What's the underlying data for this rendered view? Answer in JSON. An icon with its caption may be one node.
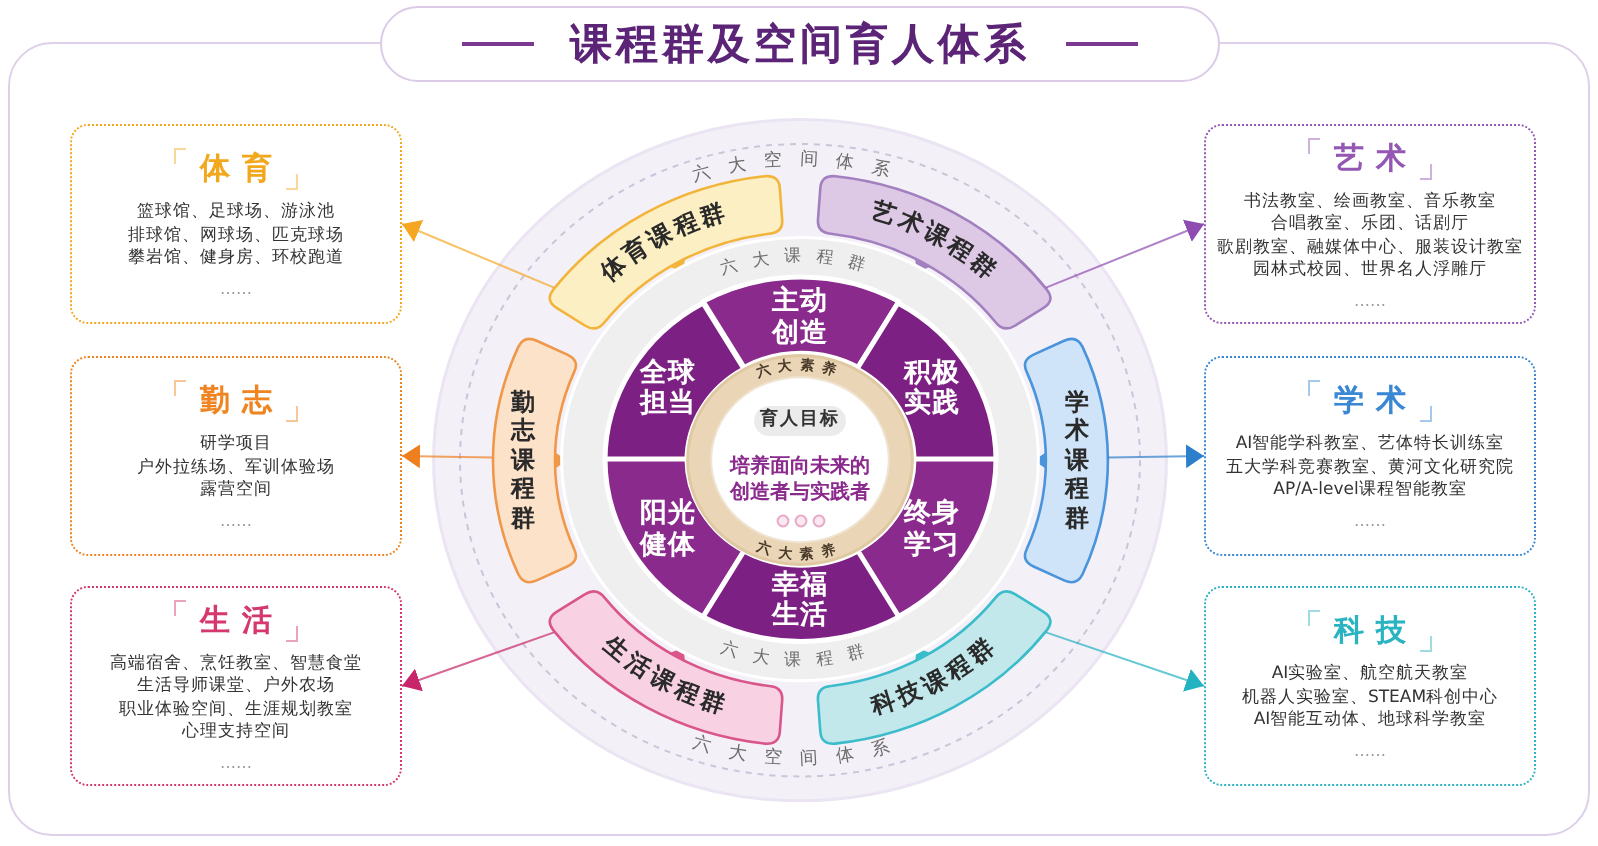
{
  "diagram": {
    "title": "课程群及空间育人体系",
    "nodes": [
      {
        "text": [
          "体育",
          "篮球馆、足球场、游泳池",
          "排球馆、网球场、匹克球场",
          "攀岩馆、健身房、环校跑道",
          "……"
        ]
      },
      {
        "text": [
          "勤志",
          "研学项目",
          "户外拉练场、军训体验场",
          "露营空间",
          "……"
        ]
      },
      {
        "text": [
          "生活",
          "高端宿舍、烹饪教室、智慧食堂",
          "生活导师课堂、户外农场",
          "职业体验空间、生涯规划教室",
          "心理支持空间",
          "……"
        ]
      },
      {
        "text": [
          "六大空间体系",
          "六大空间体系"
        ]
      },
      {
        "text": [
          "体育课程群"
        ],
        "in": 3
      },
      {
        "text": [
          "艺术课程群"
        ],
        "in": 3
      },
      {
        "text": [
          "勤志课程群"
        ],
        "in": 3
      },
      {
        "text": [
          "学术课程群"
        ],
        "in": 3
      },
      {
        "text": [
          "生活课程群"
        ],
        "in": 3
      },
      {
        "text": [
          "科技课程群"
        ],
        "in": 3
      },
      {
        "text": [
          "六大课程群",
          "六大课程群"
        ],
        "in": 3
      },
      {
        "text": [
          "主动创造"
        ],
        "in": 10
      },
      {
        "text": [
          "全球担当"
        ],
        "in": 10
      },
      {
        "text": [
          "积极实践"
        ],
        "in": 10
      },
      {
        "text": [
          "阳光健体"
        ],
        "in": 10
      },
      {
        "text": [
          "终身学习"
        ],
        "in": 10
      },
      {
        "text": [
          "幸福生活"
        ],
        "in": 10
      },
      {
        "text": [
          "六大素养",
          "六大素养"
        ],
        "in": 10
      },
      {
        "text": [
          "培养面向未来的创造者与实践者"
        ],
        "in": 17
      },
      {
        "text": [
          "育人目标"
        ],
        "in": 18
      },
      {
        "text": [
          "艺术",
          "书法教室、绘画教室、音乐教室",
          "合唱教室、乐团、话剧厅",
          "歌剧教室、融媒体中心、服装设计教室",
          "园林式校园、世界名人浮雕厅",
          "……"
        ]
      },
      {
        "text": [
          "学术",
          "AI智能学科教室、艺体特长训练室",
          "五大学科竞赛教室、黄河文化研究院",
          "AP/A-level课程智能教室",
          "……"
        ]
      },
      {
        "text": [
          "科技",
          "AI实验室、航空航天教室",
          "机器人实验室、STEAM科创中心",
          "AI智能互动体、地球科学教室",
          "……"
        ]
      }
    ],
    "edges": [
      {
        "from": 4,
        "to": 0,
        "arrow": "to",
        "color": "#f5a623"
      },
      {
        "from": 6,
        "to": 1,
        "arrow": "to",
        "color": "#ee7f1e"
      },
      {
        "from": 8,
        "to": 2,
        "arrow": "to",
        "color": "#c8266a"
      },
      {
        "from": 5,
        "to": 20,
        "arrow": "to",
        "color": "#8e4cb0"
      },
      {
        "from": 7,
        "to": 21,
        "arrow": "to",
        "color": "#2d7fcc"
      },
      {
        "from": 9,
        "to": 22,
        "arrow": "to",
        "color": "#22b2c0"
      }
    ]
  }
}
